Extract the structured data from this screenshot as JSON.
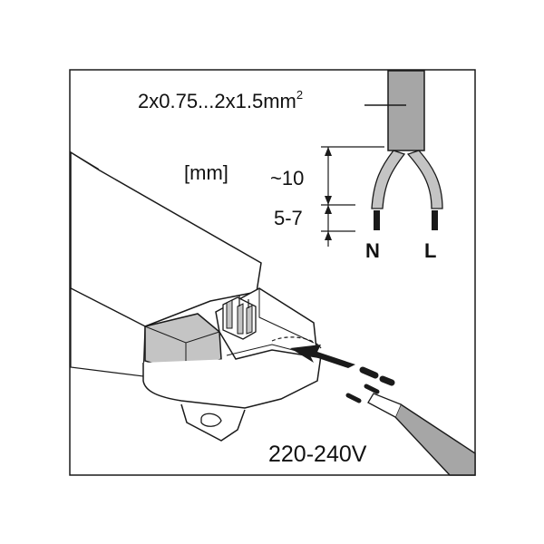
{
  "labels": {
    "cable_cross_section": "2x0.75...2x1.5mm",
    "cable_cross_section_sup": "2",
    "unit": "[mm]",
    "insulation_strip_length": "~10",
    "conductor_strip_length": "5-7",
    "neutral": "N",
    "live": "L",
    "voltage": "220-240V"
  },
  "colors": {
    "line": "#1a1a1a",
    "cable_gray": "#a6a6a6",
    "housing_gray": "#c4c4c4",
    "background": "#ffffff"
  }
}
